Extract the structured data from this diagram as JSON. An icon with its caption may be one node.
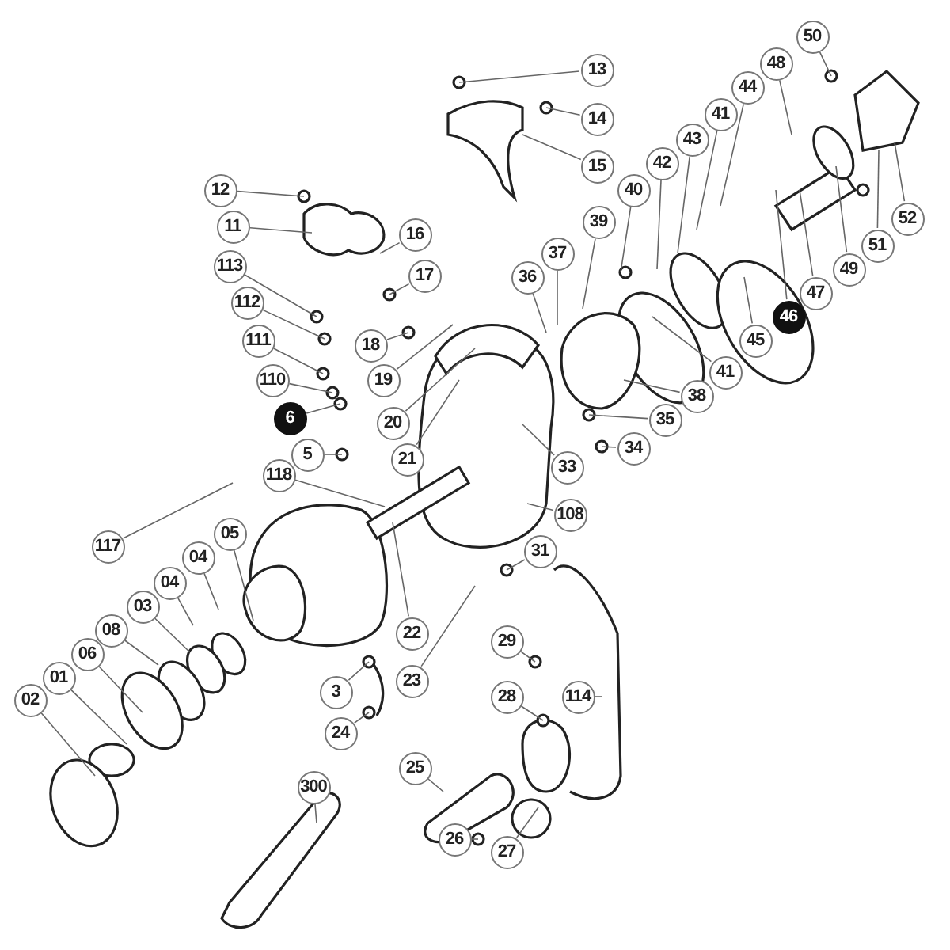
{
  "diagram": {
    "nodes": [
      {
        "text": [
          "13"
        ]
      },
      {
        "text": [
          "14"
        ]
      },
      {
        "text": [
          "15"
        ]
      },
      {
        "text": [
          "50"
        ]
      },
      {
        "text": [
          "48"
        ]
      },
      {
        "text": [
          "44"
        ]
      },
      {
        "text": [
          "41"
        ]
      },
      {
        "text": [
          "43"
        ]
      },
      {
        "text": [
          "42"
        ]
      },
      {
        "text": [
          "40"
        ]
      },
      {
        "text": [
          "12"
        ]
      },
      {
        "text": [
          "11"
        ]
      },
      {
        "text": [
          "16"
        ]
      },
      {
        "text": [
          "39"
        ]
      },
      {
        "text": [
          "52"
        ]
      },
      {
        "text": [
          "37"
        ]
      },
      {
        "text": [
          "51"
        ]
      },
      {
        "text": [
          "113"
        ]
      },
      {
        "text": [
          "36"
        ]
      },
      {
        "text": [
          "49"
        ]
      },
      {
        "text": [
          "17"
        ]
      },
      {
        "text": [
          "112"
        ]
      },
      {
        "text": [
          "47"
        ]
      },
      {
        "text": [
          "46"
        ]
      },
      {
        "text": [
          "111"
        ]
      },
      {
        "text": [
          "18"
        ]
      },
      {
        "text": [
          "45"
        ]
      },
      {
        "text": [
          "41"
        ]
      },
      {
        "text": [
          "110"
        ]
      },
      {
        "text": [
          "19"
        ]
      },
      {
        "text": [
          "38"
        ]
      },
      {
        "text": [
          "6"
        ]
      },
      {
        "text": [
          "20"
        ]
      },
      {
        "text": [
          "35"
        ]
      },
      {
        "text": [
          "5"
        ]
      },
      {
        "text": [
          "34"
        ]
      },
      {
        "text": [
          "21"
        ]
      },
      {
        "text": [
          "33"
        ]
      },
      {
        "text": [
          "118"
        ]
      },
      {
        "text": [
          "108"
        ]
      },
      {
        "text": [
          "05"
        ]
      },
      {
        "text": [
          "117"
        ]
      },
      {
        "text": [
          "31"
        ]
      },
      {
        "text": [
          "04"
        ]
      },
      {
        "text": [
          "04"
        ]
      },
      {
        "text": [
          "03"
        ]
      },
      {
        "text": [
          "08"
        ]
      },
      {
        "text": [
          "22"
        ]
      },
      {
        "text": [
          "06"
        ]
      },
      {
        "text": [
          "29"
        ]
      },
      {
        "text": [
          "01"
        ]
      },
      {
        "text": [
          "3"
        ]
      },
      {
        "text": [
          "23"
        ]
      },
      {
        "text": [
          "02"
        ]
      },
      {
        "text": [
          "28"
        ]
      },
      {
        "text": [
          "114"
        ]
      },
      {
        "text": [
          "24"
        ]
      },
      {
        "text": [
          "25"
        ]
      },
      {
        "text": [
          "300"
        ]
      },
      {
        "text": [
          "26"
        ]
      },
      {
        "text": [
          "27"
        ]
      }
    ],
    "edges": [
      {
        "from": 0,
        "to": null,
        "arrow": "none"
      },
      {
        "from": 1,
        "to": null,
        "arrow": "none"
      },
      {
        "from": 2,
        "to": null,
        "arrow": "none"
      },
      {
        "from": 3,
        "to": null,
        "arrow": "none"
      },
      {
        "from": 4,
        "to": null,
        "arrow": "none"
      },
      {
        "from": 5,
        "to": null,
        "arrow": "none"
      },
      {
        "from": 6,
        "to": null,
        "arrow": "none"
      },
      {
        "from": 7,
        "to": null,
        "arrow": "none"
      },
      {
        "from": 8,
        "to": null,
        "arrow": "none"
      },
      {
        "from": 9,
        "to": null,
        "arrow": "none"
      },
      {
        "from": 10,
        "to": null,
        "arrow": "none"
      },
      {
        "from": 11,
        "to": null,
        "arrow": "none"
      },
      {
        "from": 12,
        "to": null,
        "arrow": "none"
      },
      {
        "from": 13,
        "to": null,
        "arrow": "none"
      },
      {
        "from": 14,
        "to": null,
        "arrow": "none"
      },
      {
        "from": 15,
        "to": null,
        "arrow": "none"
      },
      {
        "from": 16,
        "to": null,
        "arrow": "none"
      },
      {
        "from": 17,
        "to": null,
        "arrow": "none"
      },
      {
        "from": 18,
        "to": null,
        "arrow": "none"
      },
      {
        "from": 19,
        "to": null,
        "arrow": "none"
      },
      {
        "from": 20,
        "to": null,
        "arrow": "none"
      },
      {
        "from": 21,
        "to": null,
        "arrow": "none"
      },
      {
        "from": 22,
        "to": null,
        "arrow": "none"
      },
      {
        "from": 23,
        "to": null,
        "arrow": "none"
      },
      {
        "from": 24,
        "to": null,
        "arrow": "none"
      },
      {
        "from": 25,
        "to": null,
        "arrow": "none"
      },
      {
        "from": 26,
        "to": null,
        "arrow": "none"
      },
      {
        "from": 27,
        "to": null,
        "arrow": "none"
      },
      {
        "from": 28,
        "to": null,
        "arrow": "none"
      },
      {
        "from": 29,
        "to": null,
        "arrow": "none"
      },
      {
        "from": 30,
        "to": null,
        "arrow": "none"
      },
      {
        "from": 31,
        "to": null,
        "arrow": "none"
      },
      {
        "from": 32,
        "to": null,
        "arrow": "none"
      },
      {
        "from": 33,
        "to": null,
        "arrow": "none"
      },
      {
        "from": 34,
        "to": null,
        "arrow": "none"
      },
      {
        "from": 35,
        "to": null,
        "arrow": "none"
      },
      {
        "from": 36,
        "to": null,
        "arrow": "none"
      },
      {
        "from": 37,
        "to": null,
        "arrow": "none"
      },
      {
        "from": 38,
        "to": null,
        "arrow": "none"
      },
      {
        "from": 39,
        "to": null,
        "arrow": "none"
      },
      {
        "from": 40,
        "to": null,
        "arrow": "none"
      },
      {
        "from": 41,
        "to": null,
        "arrow": "none"
      },
      {
        "from": 42,
        "to": null,
        "arrow": "none"
      },
      {
        "from": 43,
        "to": null,
        "arrow": "none"
      },
      {
        "from": 44,
        "to": null,
        "arrow": "none"
      },
      {
        "from": 45,
        "to": null,
        "arrow": "none"
      },
      {
        "from": 46,
        "to": null,
        "arrow": "none"
      },
      {
        "from": 47,
        "to": null,
        "arrow": "none"
      },
      {
        "from": 48,
        "to": null,
        "arrow": "none"
      },
      {
        "from": 49,
        "to": null,
        "arrow": "none"
      },
      {
        "from": 50,
        "to": null,
        "arrow": "none"
      },
      {
        "from": 51,
        "to": null,
        "arrow": "none"
      },
      {
        "from": 52,
        "to": null,
        "arrow": "none"
      },
      {
        "from": 53,
        "to": null,
        "arrow": "none"
      },
      {
        "from": 54,
        "to": null,
        "arrow": "none"
      },
      {
        "from": 55,
        "to": null,
        "arrow": "none"
      },
      {
        "from": 56,
        "to": null,
        "arrow": "none"
      },
      {
        "from": 57,
        "to": null,
        "arrow": "none"
      },
      {
        "from": 58,
        "to": null,
        "arrow": "none"
      },
      {
        "from": 59,
        "to": null,
        "arrow": "none"
      },
      {
        "from": 60,
        "to": null,
        "arrow": "none"
      }
    ]
  }
}
